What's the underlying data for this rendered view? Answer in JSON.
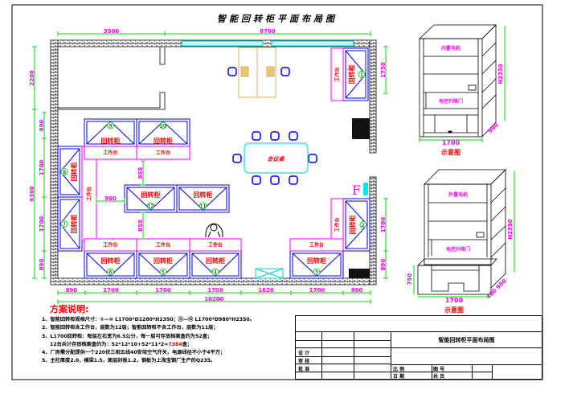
{
  "title": "智能回转柜平面布局图",
  "plan": {
    "cabinet_label": "回转柜",
    "workbench_label": "工作台",
    "meeting_table_label": "会议桌",
    "cabinets": [
      "1",
      "2",
      "3",
      "4",
      "5",
      "6",
      "7",
      "8",
      "9",
      "10",
      "11",
      "12"
    ],
    "marker_letter": "F",
    "dims": {
      "top": [
        "3500",
        "6700"
      ],
      "bottom": [
        "890",
        "1700",
        "1700",
        "1700",
        "1620",
        "1700",
        "890"
      ],
      "bottom_total": "10200",
      "left_outer": [
        "2200",
        "6300"
      ],
      "left_inner": [
        "890",
        "1700",
        "1700",
        "890"
      ],
      "right": [
        "1750",
        "1700",
        "890"
      ],
      "aisle_v1": "855",
      "aisle_v2": "855",
      "aisle_h": "900"
    }
  },
  "elevations": [
    {
      "top_label": "内置电机",
      "door_label": "电控升降门",
      "height": "H2350",
      "depth": "980",
      "width": "1700",
      "caption": "示意图"
    },
    {
      "top_label": "外置电机",
      "door_label": "电控升降门",
      "height": "H2350",
      "depth": "400 980",
      "width": "1700",
      "desk_height": "750",
      "caption": "示意图"
    }
  ],
  "notes": {
    "heading": "方案说明:",
    "items": [
      "1、智能回转柜规格尺寸：①—⑩ L1700*D1280*H2350；⑪—⑫ L1700*D980*H2350。",
      "2、智能回转柜含工作台，层数为12层；智能回转柜不含工作台，层数为11层；",
      "3、L1700回转柜：每层左右宽为6.5公分，每一层可存放档案盒约为52盒；",
      "12台共计存放档案盒约为：52*12*10+52*11*2=",
      "7384",
      "盒；",
      "4、厂房需分配提供一个220伏三相五线40安培空气开关，电源线径不小于4平方；",
      "5、主柱厚度2.0，横梁1.5，面层封板1.2，钢板为上海宝钢厂生产的Q235。"
    ]
  },
  "title_block": {
    "drawing_name": "智能回转柜平面布局图",
    "design": "设 计",
    "review": "审 核",
    "approve": "批 准",
    "scale": "比 例",
    "date": "日 期",
    "drawing_no": "图 号",
    "pages": "共 页"
  },
  "colors": {
    "wall": "#444444",
    "cabinet": "#0000ff",
    "workbench": "#ff00ff",
    "label": "#ff0000",
    "dim": "#00dd00",
    "dimtext": "#ff00ff",
    "glass": "#00e5ee"
  }
}
